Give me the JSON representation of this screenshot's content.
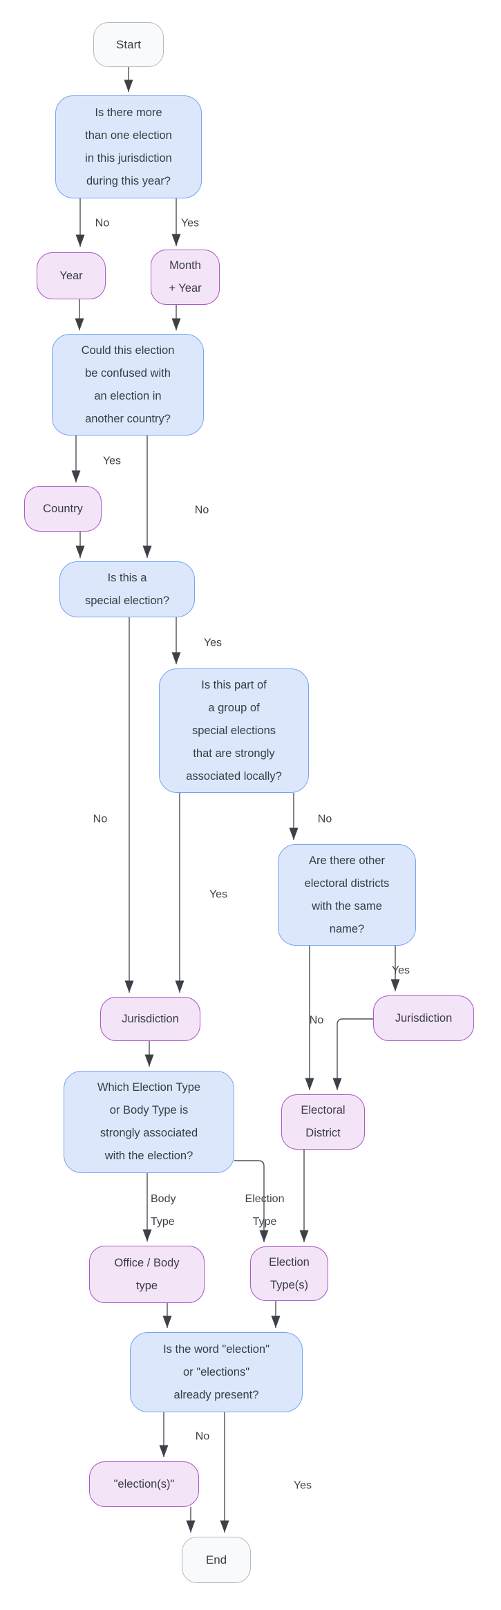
{
  "diagram": {
    "type": "flowchart",
    "topic": "Election naming decision flowchart",
    "nodes": {
      "start": "Start",
      "q_multiple": "Is there more\nthan one election\nin this jurisdiction\nduring this year?",
      "year": "Year",
      "month_year": "Month\n+ Year",
      "q_confused": "Could this election\nbe confused with\nan election in\nanother country?",
      "country": "Country",
      "q_special": "Is this a\nspecial election?",
      "q_group": "Is this part of\na group of\nspecial elections\nthat are strongly\nassociated locally?",
      "q_districts": "Are there other\nelectoral districts\nwith the same\nname?",
      "jurisdiction_a": "Jurisdiction",
      "jurisdiction_b": "Jurisdiction",
      "electoral_district": "Electoral\nDistrict",
      "q_type": "Which Election Type\nor Body Type is\nstrongly associated\nwith the election?",
      "office_body": "Office / Body\ntype",
      "election_types": "Election\nType(s)",
      "q_word": "Is the word \"election\"\nor \"elections\"\nalready present?",
      "election_s": "\"election(s)\"",
      "end": "End"
    },
    "edge_labels": {
      "multiple_no": "No",
      "multiple_yes": "Yes",
      "confused_yes": "Yes",
      "confused_no": "No",
      "special_yes": "Yes",
      "special_no": "No",
      "group_yes": "Yes",
      "group_no": "No",
      "districts_no": "No",
      "districts_yes": "Yes",
      "body_type": "Body\nType",
      "election_type": "Election\nType",
      "word_no": "No",
      "word_yes": "Yes"
    },
    "colors": {
      "question_fill": "#dce7fb",
      "question_border": "#74a3f3",
      "result_fill": "#f4e4f7",
      "result_border": "#aa5ac6",
      "terminal_fill": "#f9fafb",
      "terminal_border": "#b3b9bf",
      "edge_line": "#4b5056",
      "arrowhead": "#3c4147",
      "text": "#373d43"
    }
  }
}
